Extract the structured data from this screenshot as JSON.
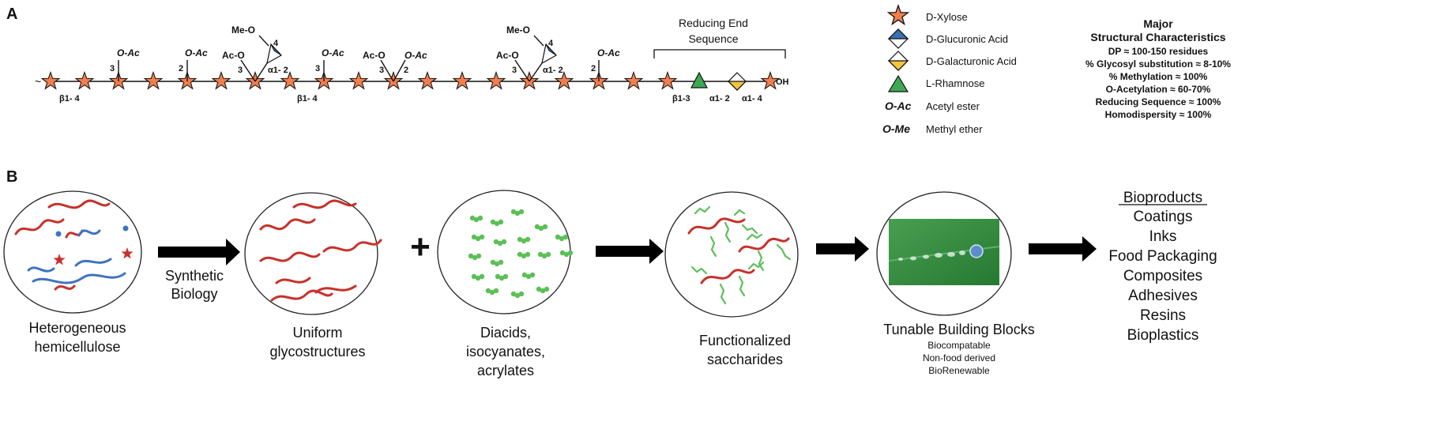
{
  "panel_a": {
    "label": "A",
    "chain_start": "~",
    "chain_end": "OH",
    "reducing_end": {
      "line1": "Reducing End",
      "line2": "Sequence"
    },
    "linkages": [
      {
        "key": "b14a",
        "text": "β1- 4"
      },
      {
        "key": "b14b",
        "text": "β1- 4"
      },
      {
        "key": "a12a",
        "text": "α1- 2"
      },
      {
        "key": "a12b",
        "text": "α1- 2"
      },
      {
        "key": "b13",
        "text": "β1-3"
      },
      {
        "key": "a12c",
        "text": "α1- 2"
      },
      {
        "key": "a14",
        "text": "α1- 4"
      }
    ],
    "substituents": {
      "oac": "O-Ac",
      "acO": "Ac-O",
      "meO": "Me-O",
      "n2": "2",
      "n3": "3",
      "n4": "4"
    },
    "legend": [
      {
        "icon": "star",
        "text": "D-Xylose"
      },
      {
        "icon": "diamond-blue",
        "text": "D-Glucuronic Acid"
      },
      {
        "icon": "diamond-yellow",
        "text": "D-Galacturonic Acid"
      },
      {
        "icon": "triangle-green",
        "text": "L-Rhamnose"
      },
      {
        "icon": "oac",
        "symbol": "O-Ac",
        "text": "Acetyl ester"
      },
      {
        "icon": "ome",
        "symbol": "O-Me",
        "text": "Methyl ether"
      }
    ],
    "major": {
      "title1": "Major",
      "title2": "Structural Characteristics",
      "items": [
        "DP ≈ 100-150 residues",
        "% Glycosyl substitution ≈ 8-10%",
        "% Methylation ≈ 100%",
        "O-Acetylation ≈ 60-70%",
        "Reducing Sequence ≈ 100%",
        "Homodispersity ≈ 100%"
      ]
    }
  },
  "panel_b": {
    "label": "B",
    "arrow_label": {
      "line1": "Synthetic",
      "line2": "Biology"
    },
    "plus": "+",
    "stages": [
      {
        "key": "hetero",
        "lines": [
          "Heterogeneous",
          "hemicellulose"
        ]
      },
      {
        "key": "uniform",
        "lines": [
          "Uniform",
          "glycostructures"
        ]
      },
      {
        "key": "diacids",
        "lines": [
          "Diacids,",
          "isocyanates,",
          "acrylates"
        ]
      },
      {
        "key": "func",
        "lines": [
          "Functionalized",
          "saccharides"
        ]
      },
      {
        "key": "tunable",
        "lines": [
          "Tunable Building Blocks"
        ],
        "sub": [
          "Biocompatable",
          "Non-food derived",
          "BioRenewable"
        ]
      }
    ],
    "bioproducts": {
      "title": "Bioproducts",
      "items": [
        "Coatings",
        "Inks",
        "Food Packaging",
        "Composites",
        "Adhesives",
        "Resins",
        "Bioplastics"
      ]
    }
  },
  "colors": {
    "xylose": "#f07e4f",
    "glucuronic": "#3b6fb6",
    "galacturonic": "#f3c43e",
    "rhamnose": "#3ea853",
    "red_chain": "#c8302a",
    "blue_chain": "#3e73c0",
    "green_mol": "#5cbf58",
    "leaf": "#2f8f3c"
  }
}
